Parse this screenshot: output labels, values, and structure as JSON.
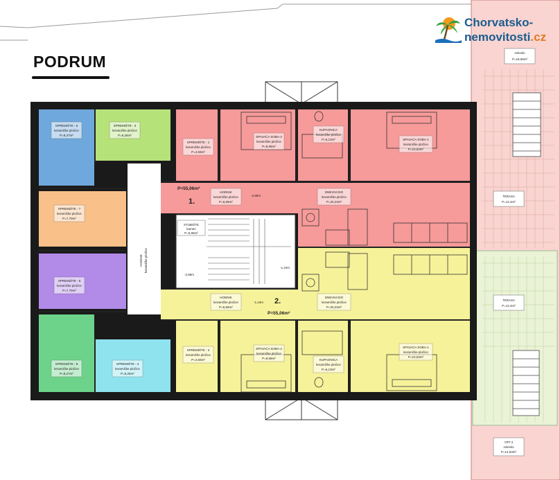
{
  "title": "PODRUM",
  "logo": {
    "line1": "Chorvatsko-",
    "line2_main": "nemovitosti",
    "line2_tld": ".cz",
    "icon": "palm-tree-sun-icon"
  },
  "colors": {
    "blue": "#6fa8dc",
    "green_light": "#b6e27a",
    "green": "#6dd38a",
    "orange": "#f9c08a",
    "purple": "#b28ae8",
    "cyan": "#8fe3ef",
    "red": "#f79a9a",
    "yellow": "#f6f29a",
    "terrace_pink": "#f9d4d0",
    "terrace_green": "#eaf3d6",
    "wall": "#1a1a1a"
  },
  "rooms": {
    "sp5": {
      "name": "SPREMIŠTE - 5",
      "floor": "keramičke pločice",
      "area": "P=8,27m²"
    },
    "sp3": {
      "name": "SPREMIŠTE - 3",
      "floor": "keramičke pločice",
      "area": "P=6,25m²"
    },
    "sp7": {
      "name": "SPREMIŠTE - 7",
      "floor": "keramičke pločice",
      "area": "P=7,70m²"
    },
    "sp6": {
      "name": "SPREMIŠTE - 6",
      "floor": "keramičke pločice",
      "area": "P=7,70m²"
    },
    "sp8": {
      "name": "SPREMIŠTE - 8",
      "floor": "keramičke pločice",
      "area": "P=8,27m²"
    },
    "sp4": {
      "name": "SPREMIŠTE - 4",
      "floor": "keramičke pločice",
      "area": "P=6,25m²"
    },
    "sp1": {
      "name": "SPREMIŠTE - 1",
      "floor": "keramičke pločice",
      "area": "P=4,83m²"
    },
    "sp2": {
      "name": "SPREMIŠTE - 2",
      "floor": "keramičke pločice",
      "area": "P=4,83m²"
    },
    "u1_bed2": {
      "name": "SPAVAĆA SOBA-2",
      "floor": "keramičke pločice",
      "area": "P=8,99m²"
    },
    "u1_bath": {
      "name": "KUPAONICA",
      "floor": "keramičke pločice",
      "area": "P=6,13m²"
    },
    "u1_bed1": {
      "name": "SPAVAĆA SOBA-1",
      "floor": "keramičke pločice",
      "area": "P=10,53m²"
    },
    "u1_hall": {
      "name": "HODNIK",
      "floor": "keramičke pločice",
      "area": "P=5,55m²"
    },
    "u1_day": {
      "name": "DNEVNI DIO",
      "floor": "keramičke pločice",
      "area": "P=20,23m²"
    },
    "u2_hall": {
      "name": "HODNIK",
      "floor": "keramičke pločice",
      "area": "P=5,55m²"
    },
    "u2_day": {
      "name": "DNEVNI DIO",
      "floor": "keramičke pločice",
      "area": "P=20,23m²"
    },
    "u2_bed2": {
      "name": "SPAVAĆA SOBA-2",
      "floor": "keramičke pločice",
      "area": "P=8,99m²"
    },
    "u2_bath": {
      "name": "KUPAONICA",
      "floor": "keramičke pločice",
      "area": "P=6,13m²"
    },
    "u2_bed1": {
      "name": "SPAVAĆA SOBA-1",
      "floor": "keramičke pločice",
      "area": "P=10,53m²"
    },
    "stair": {
      "name": "STUBIŠTE",
      "floor": "kamen",
      "area": "P=5,96m²"
    },
    "corridor": {
      "name": "HODNIK",
      "floor": "keramičke pločice"
    }
  },
  "units": [
    {
      "number": "1.",
      "area": "P=55,06m²"
    },
    {
      "number": "2.",
      "area": "P=55,06m²"
    }
  ],
  "levels": {
    "l1": "-2,86m",
    "l2": "-1,44m",
    "l3": "-2,86m",
    "l4": "-1,44m"
  },
  "outdoor": {
    "top_right": {
      "name": "zelenilo",
      "area": "P=18,06m²"
    },
    "mid_right_1": {
      "name": "TERASA",
      "area": "P=12,4m²"
    },
    "mid_right_2": {
      "name": "TERASA",
      "area": "P=12,4m²"
    },
    "bottom_right": {
      "name": "VRT 2",
      "sub": "zelenilo",
      "area": "P=14,53m²"
    }
  }
}
